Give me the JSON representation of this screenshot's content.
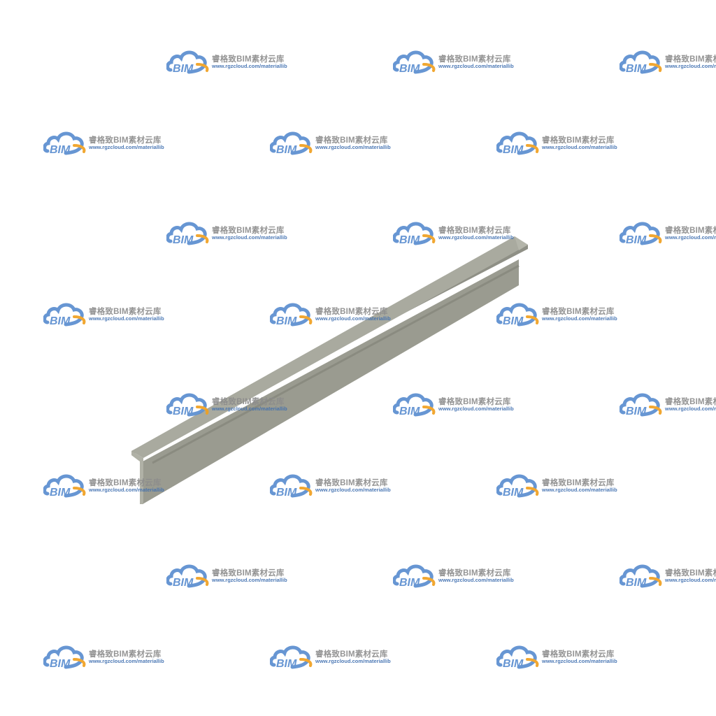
{
  "watermark": {
    "logo_text": "BIM",
    "title": "睿格致BIM素材云库",
    "url": "www.rgzcloud.com/materiallib",
    "logo_icon": "cloud-icon",
    "colors": {
      "cloud": "#5b8ed0",
      "swoosh": "#f0a020",
      "title": "#8c8c8c",
      "url": "#3f6fb0"
    }
  },
  "model": {
    "object": "steel-tee-beam-3d",
    "colors": {
      "top": "#a6a79c",
      "side": "#9a9b90",
      "edge": "#8a8b80",
      "end": "#b4b5aa"
    }
  }
}
